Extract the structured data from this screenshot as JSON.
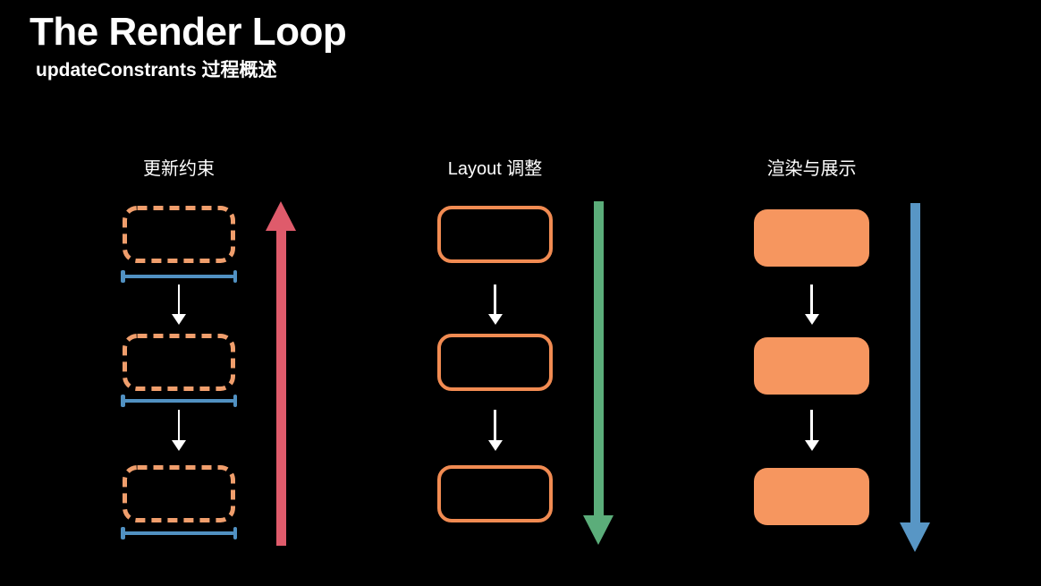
{
  "slide": {
    "title": "The Render Loop",
    "subtitle": "updateConstrants 过程概述"
  },
  "columns": [
    {
      "label": "更新约束",
      "box_style": "dashed-outline",
      "box_count": 3,
      "width_constraint_bars": true,
      "flow_arrow": "down-arrow",
      "side_arrow": {
        "direction": "up",
        "color": "#DF5B6B"
      }
    },
    {
      "label": "Layout 调整",
      "box_style": "solid-outline",
      "box_count": 3,
      "width_constraint_bars": false,
      "flow_arrow": "down-arrow",
      "side_arrow": {
        "direction": "down",
        "color": "#5BAD7A"
      }
    },
    {
      "label": "渲染与展示",
      "box_style": "filled",
      "box_count": 3,
      "width_constraint_bars": false,
      "flow_arrow": "down-arrow",
      "side_arrow": {
        "direction": "down",
        "color": "#5896C5"
      }
    }
  ],
  "colors": {
    "background": "#000000",
    "text": "#FFFFFF",
    "orange_fill": "#F6965F",
    "orange_stroke": "#F18B52",
    "orange_dash": "#F09E6C",
    "blue": "#5191C2",
    "blue_arrow": "#5896C5",
    "green": "#5BAD7A",
    "red": "#DF5B6B"
  }
}
